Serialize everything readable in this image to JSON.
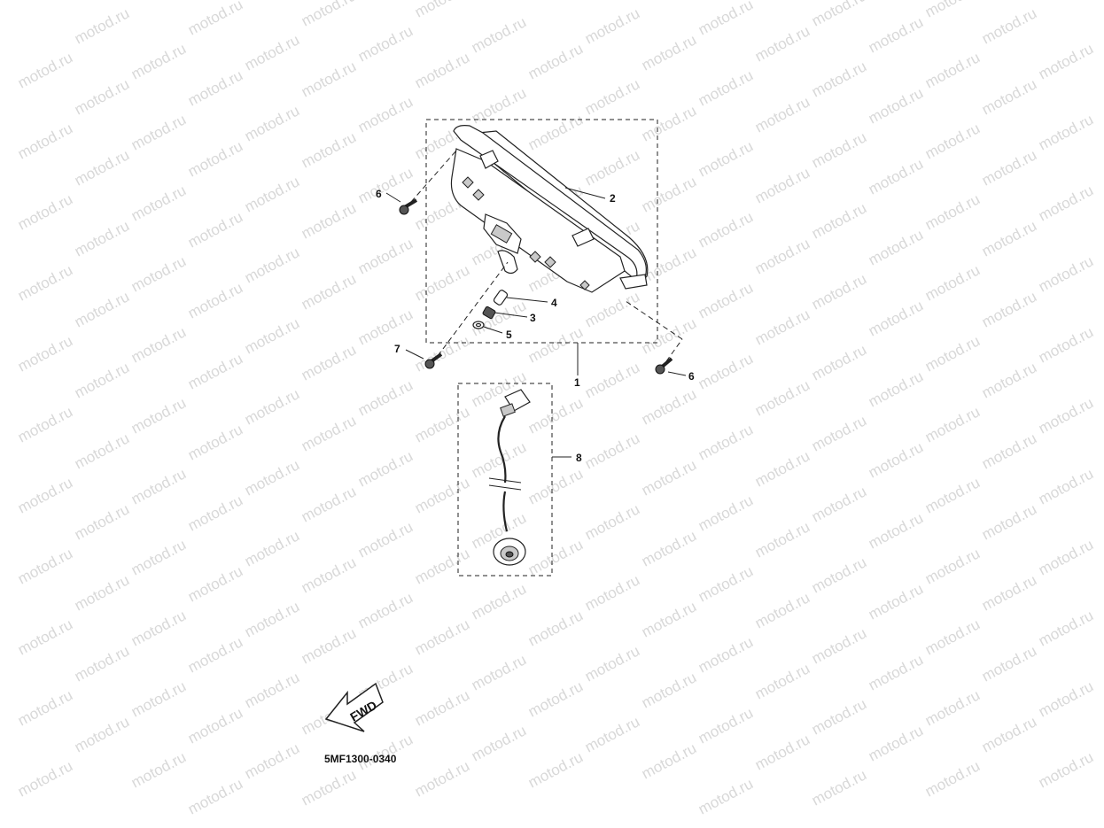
{
  "watermark": {
    "text": "motod.ru",
    "color": "#d8d8d8"
  },
  "diagram": {
    "code": "5MF1300-0340",
    "fwd_label": "FWD",
    "callouts": [
      "1",
      "2",
      "3",
      "4",
      "5",
      "6",
      "6",
      "7",
      "8"
    ]
  }
}
